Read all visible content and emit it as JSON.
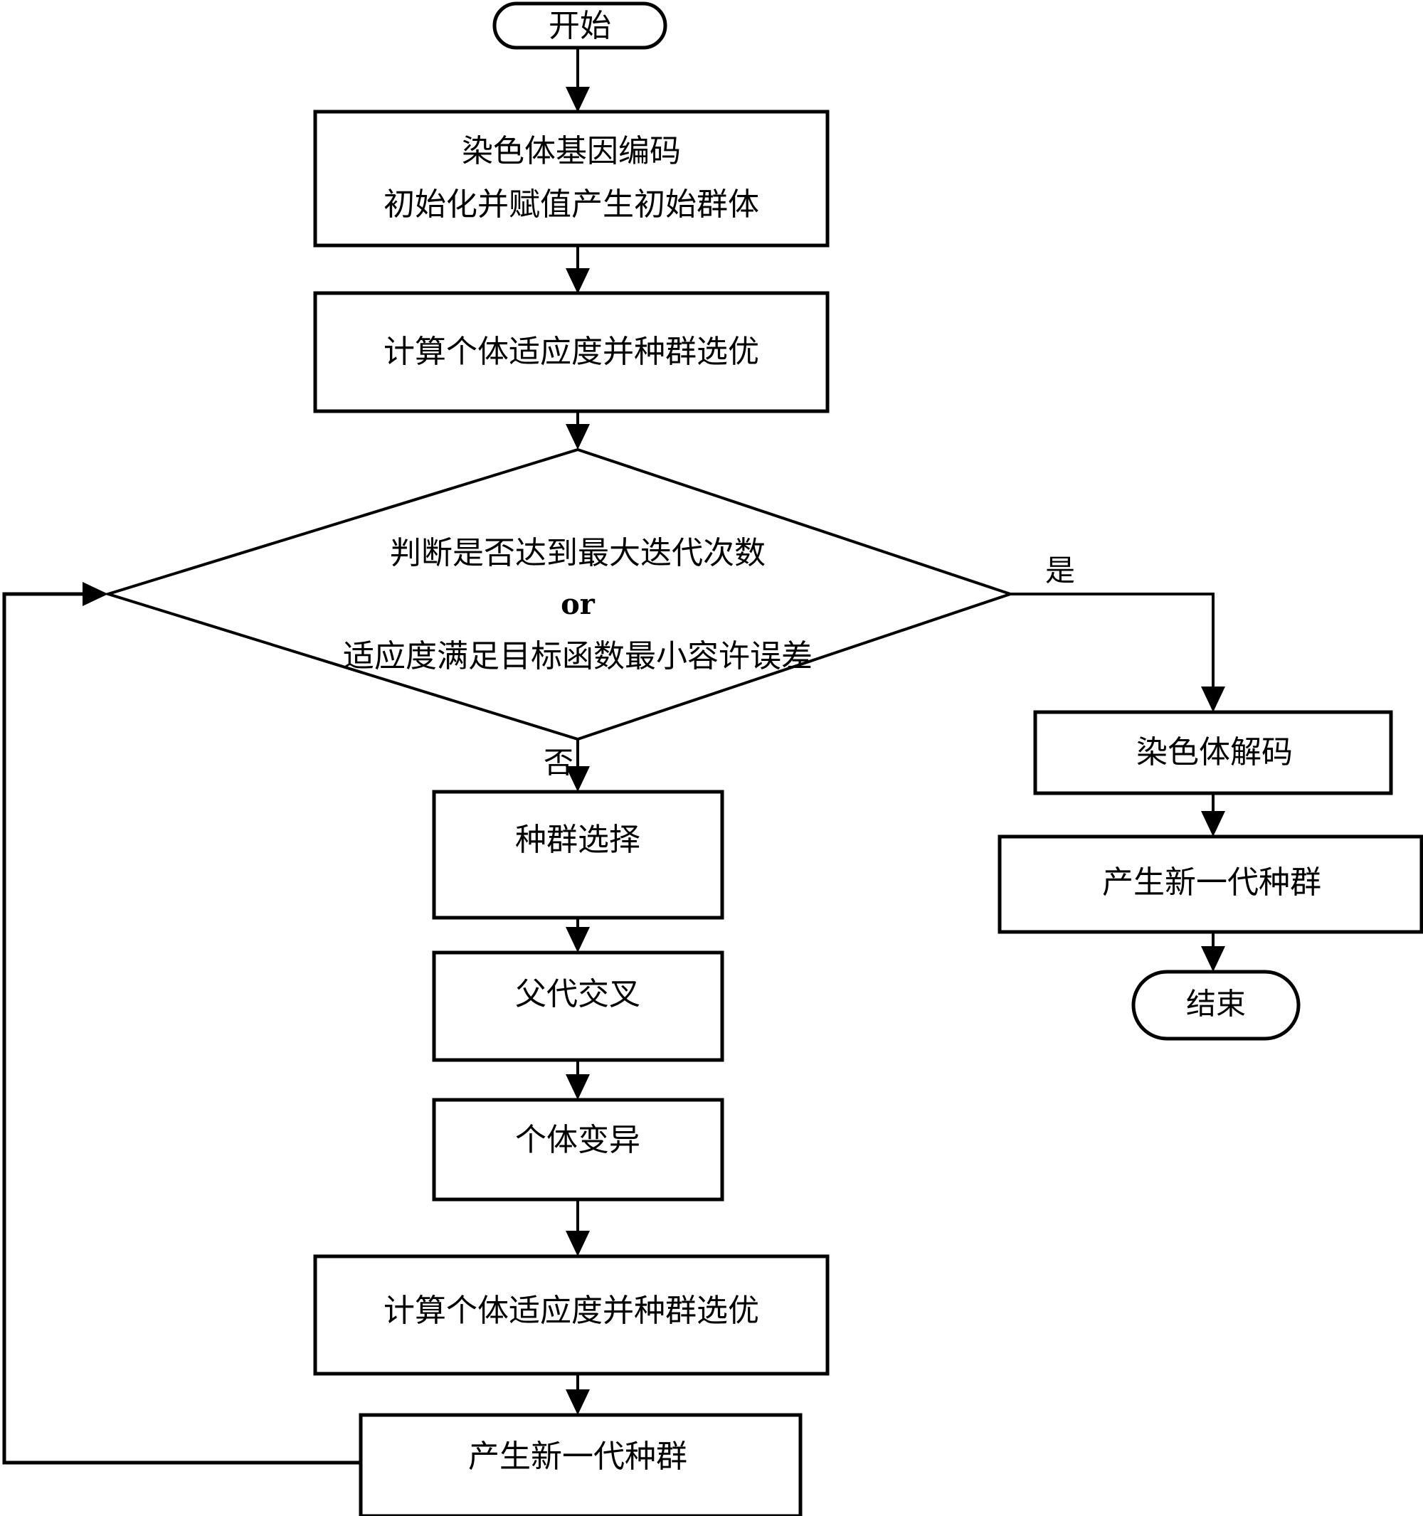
{
  "diagram": {
    "type": "flowchart",
    "title": "遗传算法流程图",
    "language": "zh-CN",
    "background_color": "#ffffff",
    "line_color": "#000000",
    "text_color": "#000000"
  },
  "nodes": {
    "start": {
      "label": "开始",
      "shape": "terminator"
    },
    "encode": {
      "line1": "染色体基因编码",
      "line2": "初始化并赋值产生初始群体",
      "shape": "process"
    },
    "fitness_first": {
      "label": "计算个体适应度并种群选优",
      "shape": "process"
    },
    "decision": {
      "line1": "判断是否达到最大迭代次数",
      "line2": "or",
      "line3": "适应度满足目标函数最小容许误差",
      "shape": "decision"
    },
    "select": {
      "label": "种群选择",
      "shape": "process"
    },
    "crossover": {
      "label": "父代交叉",
      "shape": "process"
    },
    "mutate": {
      "label": "个体变异",
      "shape": "process"
    },
    "fitness_second": {
      "label": "计算个体适应度并种群选优",
      "shape": "process"
    },
    "new_generation_loop": {
      "label": "产生新一代种群",
      "shape": "process"
    },
    "decode": {
      "label": "染色体解码",
      "shape": "process"
    },
    "new_generation_final": {
      "label": "产生新一代种群",
      "shape": "process"
    },
    "end": {
      "label": "结束",
      "shape": "terminator"
    }
  },
  "edge_labels": {
    "yes": "是",
    "no": "否"
  }
}
